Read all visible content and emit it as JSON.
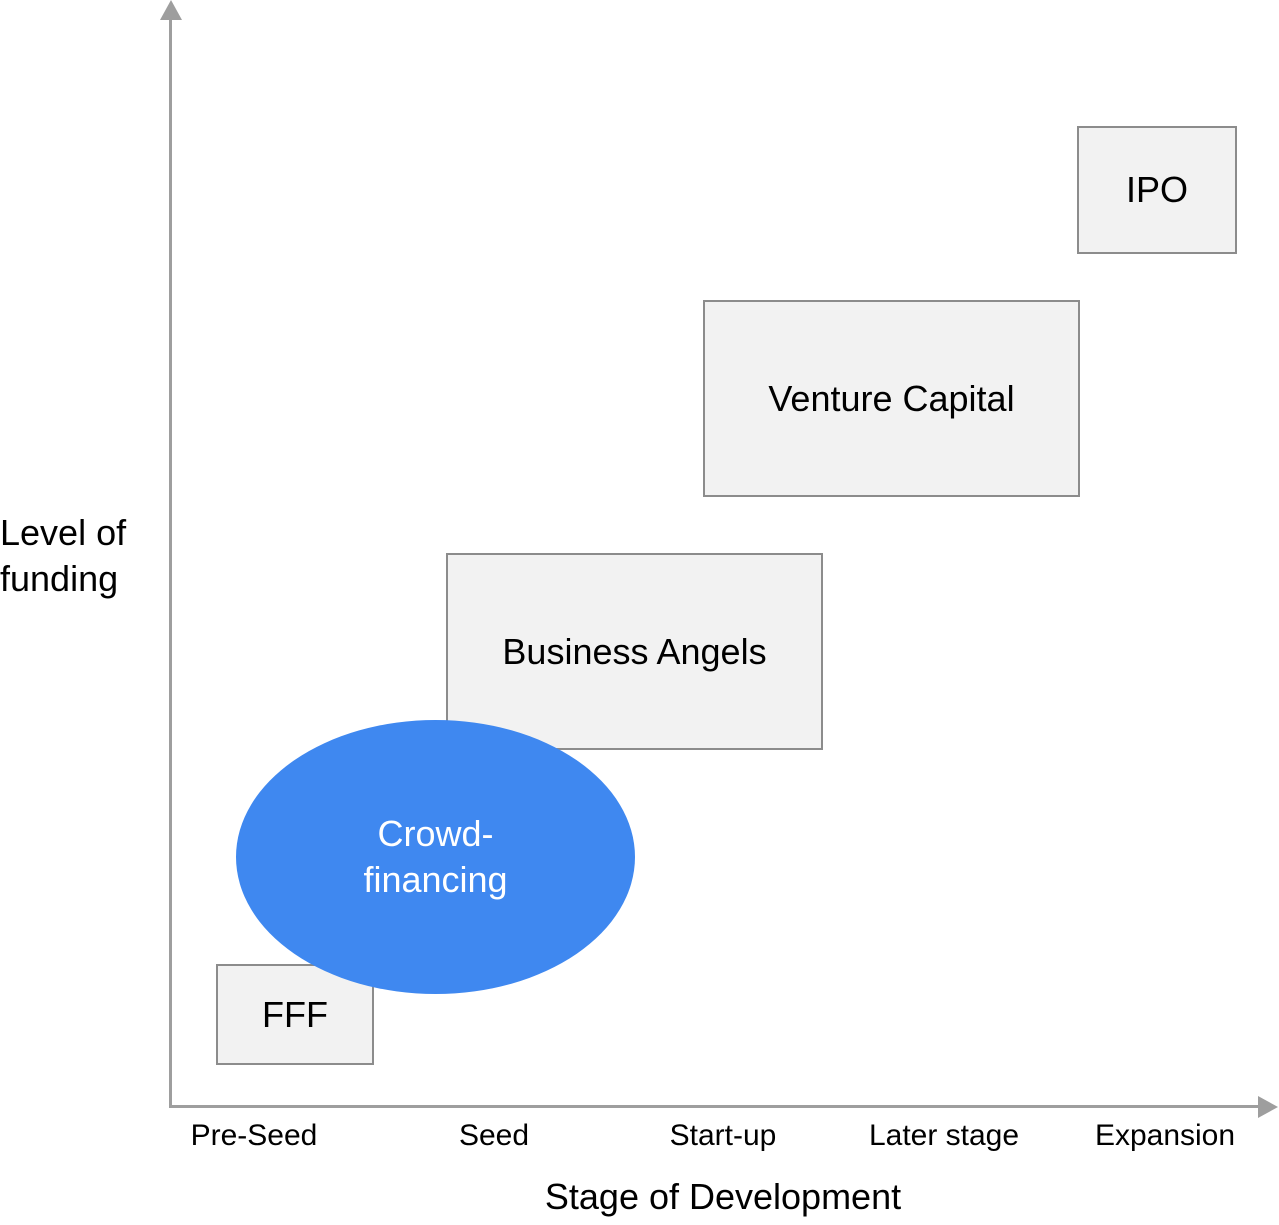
{
  "diagram": {
    "y_axis_label_line1": "Level of",
    "y_axis_label_line2": "funding",
    "x_axis_title": "Stage of Development",
    "x_ticks": [
      "Pre-Seed",
      "Seed",
      "Start-up",
      "Later stage",
      "Expansion"
    ],
    "boxes": {
      "fff": "FFF",
      "business_angels": "Business Angels",
      "venture_capital": "Venture Capital",
      "ipo": "IPO"
    },
    "crowdfinancing_line1": "Crowd-",
    "crowdfinancing_line2": "financing"
  },
  "colors": {
    "axis": "#9e9e9e",
    "box_fill": "#f2f2f2",
    "box_border": "#8c8c8c",
    "ellipse_fill": "#3f88f0",
    "ellipse_text": "#ffffff"
  }
}
